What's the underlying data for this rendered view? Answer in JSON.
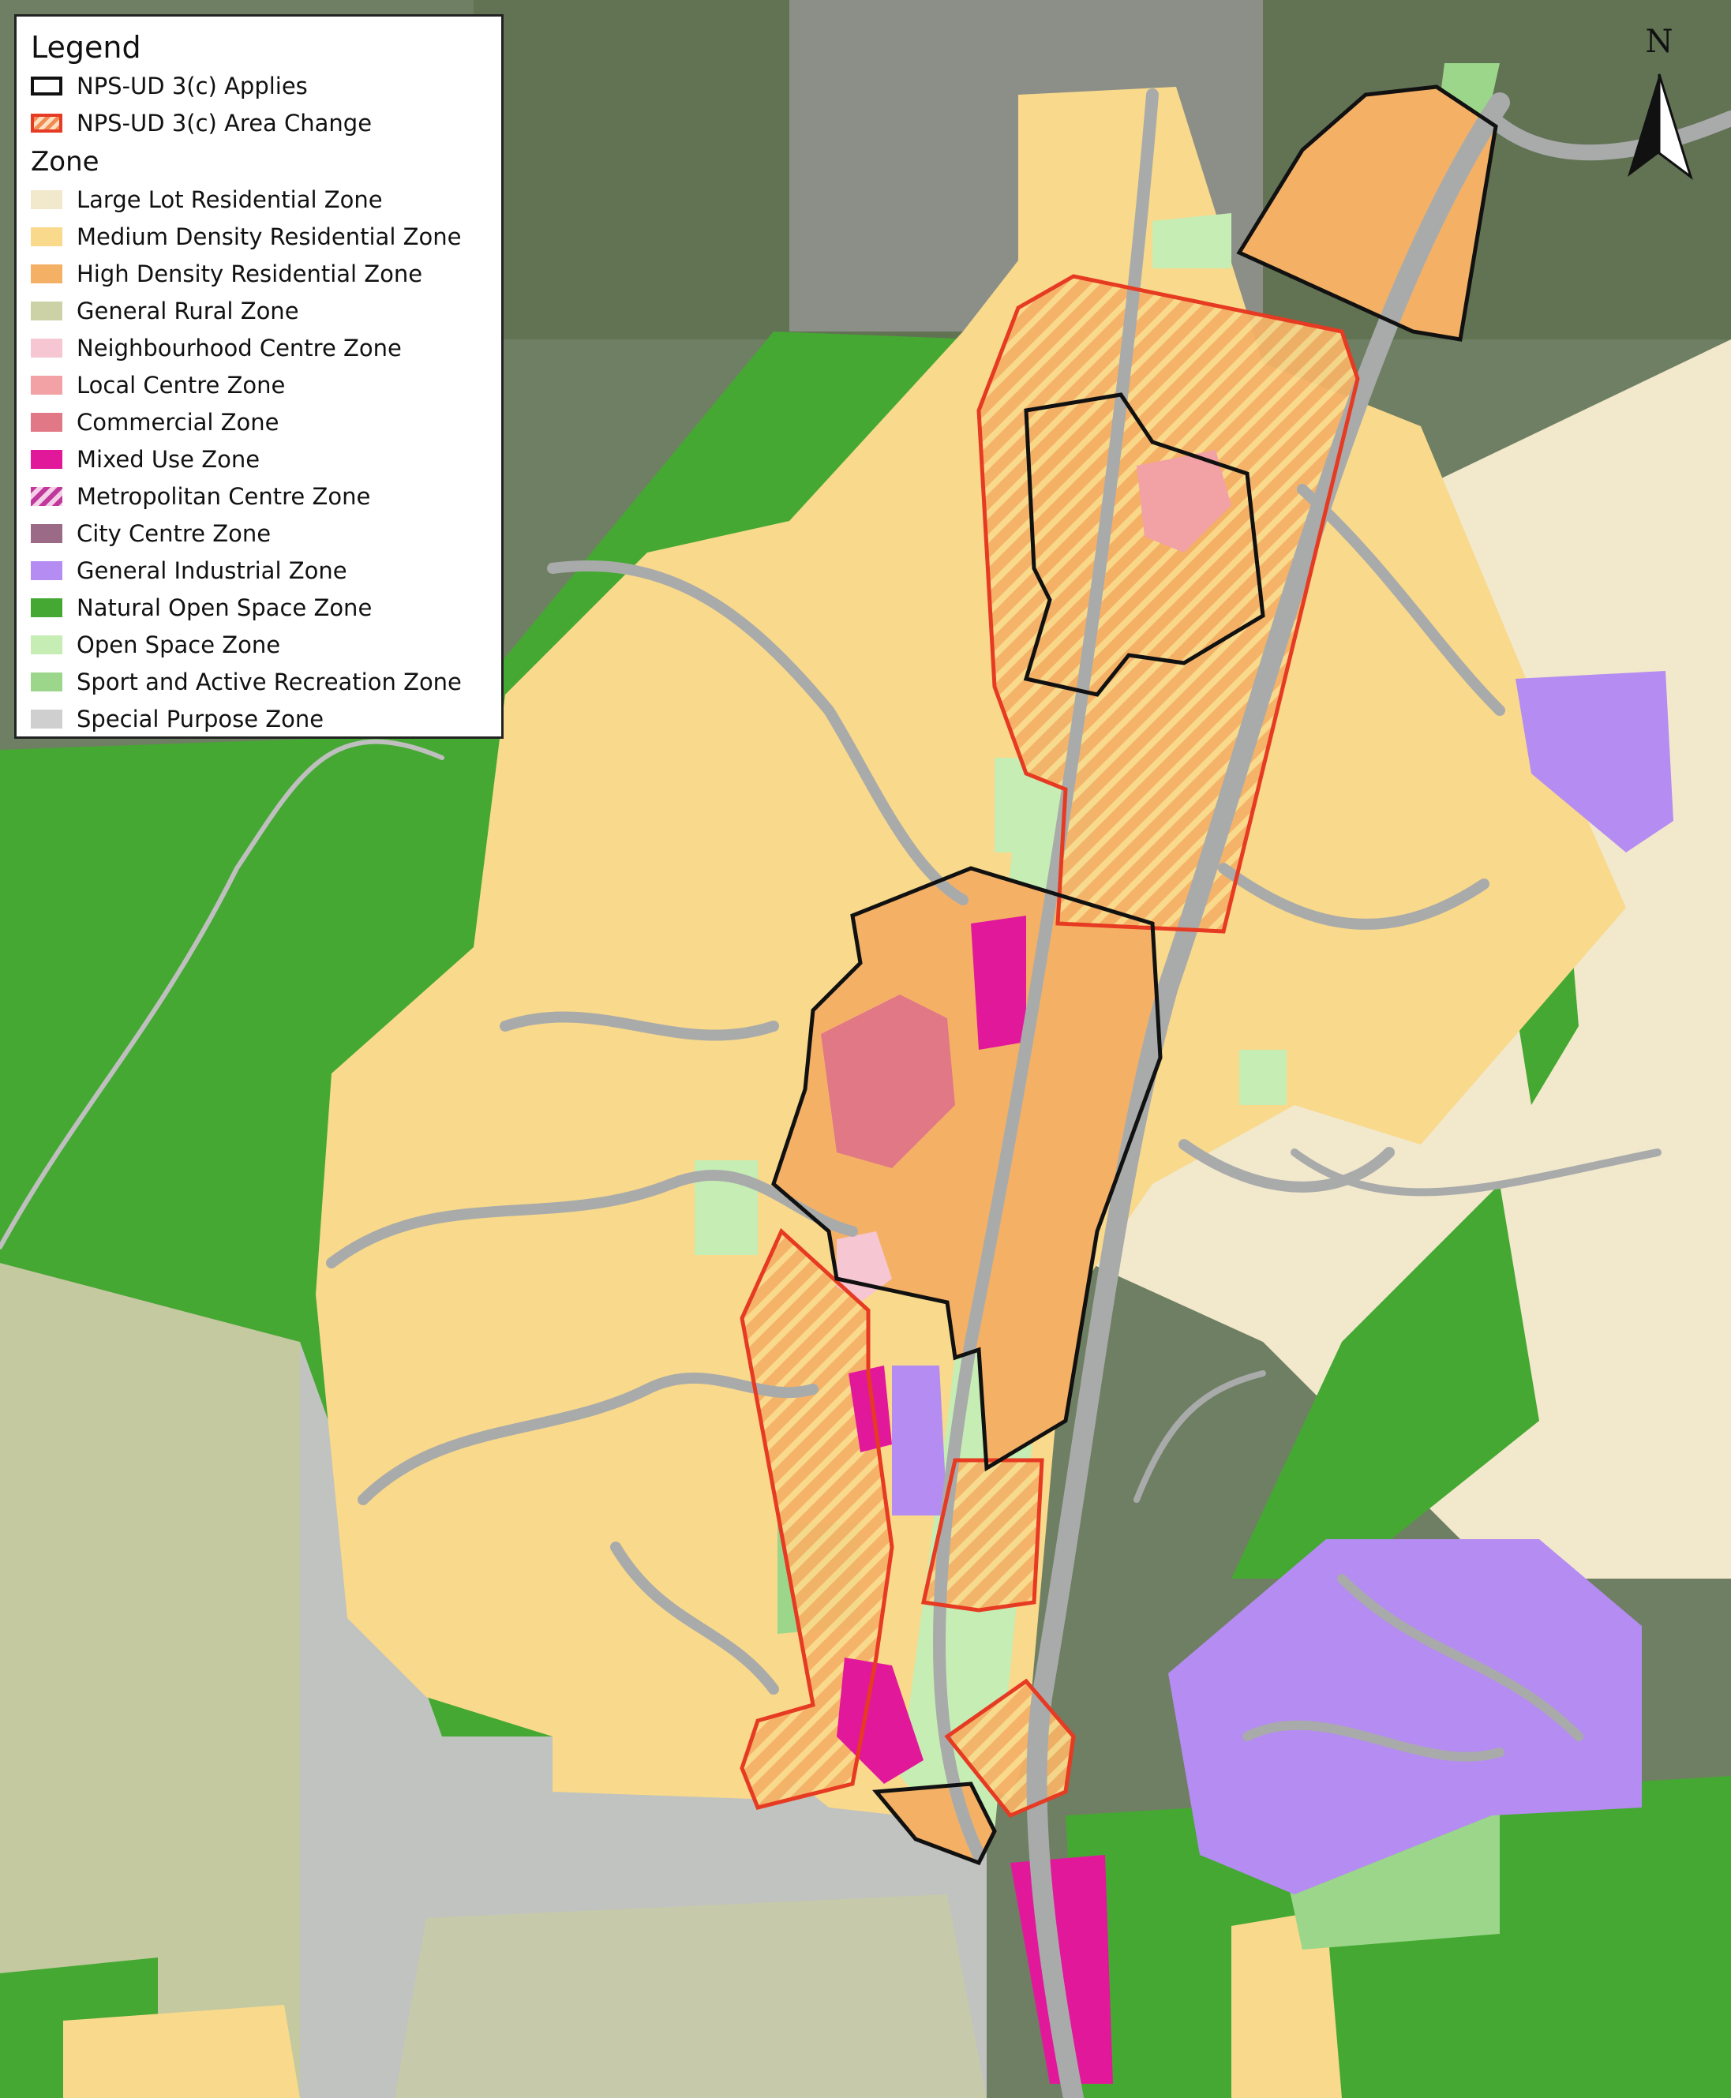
{
  "legend": {
    "title": "Legend",
    "overlay_items": [
      {
        "label": "NPS-UD 3(c) Applies",
        "style": "outline-black"
      },
      {
        "label": "NPS-UD 3(c) Area Change",
        "style": "hatch-red"
      }
    ],
    "zone_heading": "Zone",
    "zones": [
      {
        "label": "Large Lot Residential Zone",
        "color": "#f2e8cc"
      },
      {
        "label": "Medium Density Residential Zone",
        "color": "#f9d98b"
      },
      {
        "label": "High Density Residential Zone",
        "color": "#f4b166"
      },
      {
        "label": "General Rural Zone",
        "color": "#cdd2a6"
      },
      {
        "label": "Neighbourhood Centre Zone",
        "color": "#f6c6d3"
      },
      {
        "label": "Local Centre Zone",
        "color": "#f2a1a5"
      },
      {
        "label": "Commercial Zone",
        "color": "#e07886"
      },
      {
        "label": "Mixed Use Zone",
        "color": "#e2189b"
      },
      {
        "label": "Metropolitan Centre Zone",
        "color": "#c0389a",
        "hatched": true
      },
      {
        "label": "City Centre Zone",
        "color": "#9a6a86"
      },
      {
        "label": "General Industrial Zone",
        "color": "#b48cf2"
      },
      {
        "label": "Natural Open Space Zone",
        "color": "#45a832"
      },
      {
        "label": "Open Space Zone",
        "color": "#c6edb4"
      },
      {
        "label": "Sport and Active Recreation Zone",
        "color": "#9bd68a"
      },
      {
        "label": "Special Purpose Zone",
        "color": "#cfcfcf"
      }
    ]
  },
  "north_arrow": {
    "label": "N"
  },
  "colors": {
    "aerial_base": "#6f7f63",
    "road": "#a9abab",
    "applies_outline": "#111111",
    "change_outline": "#e63a22"
  }
}
